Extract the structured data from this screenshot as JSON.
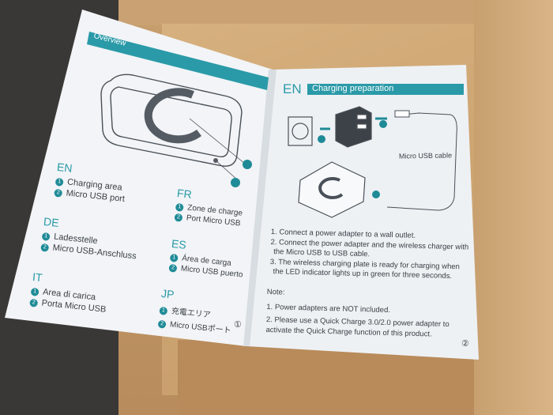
{
  "left_page": {
    "overview_label": "Overview",
    "page_number": "①",
    "languages": [
      {
        "code": "EN",
        "items": [
          "Charging area",
          "Micro USB port"
        ]
      },
      {
        "code": "FR",
        "items": [
          "Zone de charge",
          "Port Micro USB"
        ]
      },
      {
        "code": "DE",
        "items": [
          "Ladesstelle",
          "Micro USB-Anschluss"
        ]
      },
      {
        "code": "ES",
        "items": [
          "Área de carga",
          "Micro USB puerto"
        ]
      },
      {
        "code": "IT",
        "items": [
          "Area di carica",
          "Porta Micro USB"
        ]
      },
      {
        "code": "JP",
        "items": [
          "充電エリア",
          "Micro USBポート"
        ]
      }
    ],
    "callouts": [
      "1",
      "2"
    ]
  },
  "right_page": {
    "lang_code": "EN",
    "section_title": "Charging preparation",
    "cable_label": "Micro USB cable",
    "callouts": [
      "1",
      "2",
      "3"
    ],
    "steps": [
      "1. Connect a power adapter to a wall outlet.",
      "2. Connect the power adapter and the wireless charger with",
      "the Micro USB to USB cable.",
      "3. The wireless charging plate is ready for charging when",
      "the LED indicator lights up in green for three seconds."
    ],
    "note_label": "Note:",
    "notes": [
      "1. Power adapters are NOT included.",
      "2. Please use a Quick Charge 3.0/2.0 power adapter to",
      "activate the Quick Charge function of this product."
    ],
    "page_number": "②"
  },
  "colors": {
    "accent": "#2a9aa8",
    "paper": "#f4f6f8",
    "cardboard": "#c49a68",
    "background": "#3a3836"
  }
}
